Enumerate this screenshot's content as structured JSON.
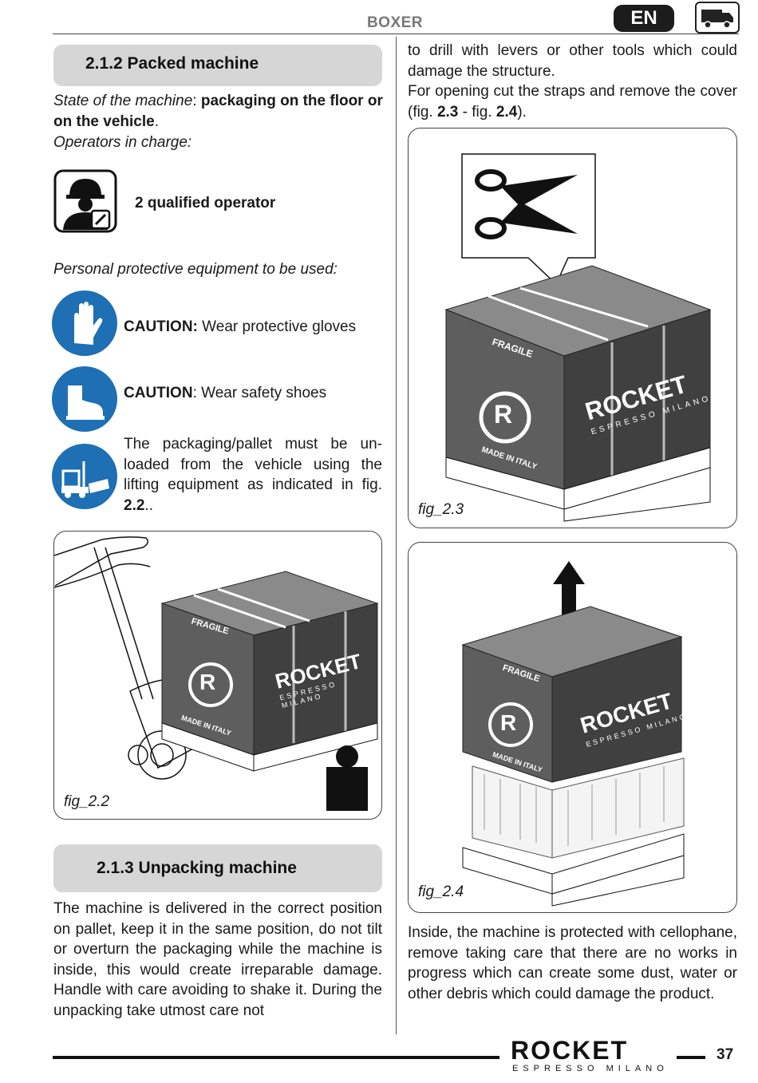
{
  "header": {
    "title": "BOXER",
    "lang": "EN"
  },
  "sec212": {
    "title": "2.1.2   Packed machine",
    "state_label": "State of the machine",
    "state_value": "packaging on the floor or on the vehicle",
    "operators_label": "Operators in charge:",
    "operator_text": "2 qualified operator",
    "ppe_label": "Personal protective equipment to be used:",
    "caution1_label": "CAUTION:",
    "caution1_text": " Wear protective gloves",
    "caution2_label": "CAUTION",
    "caution2_text": ": Wear safety shoes",
    "pallet_text_1": "The packaging/pallet must be un-loaded from the vehicle using the lifting equipment as indicated in fig. ",
    "pallet_ref": "2.2",
    "pallet_text_2": ".."
  },
  "fig22": {
    "caption": "fig_2.2",
    "box": {
      "brand": "ROCKET",
      "sub": "ESPRESSO MILANO",
      "fragile": "FRAGILE",
      "made": "MADE IN ITALY",
      "letter": "R"
    }
  },
  "sec213": {
    "title": "2.1.3  Unpacking machine",
    "body": "The machine is delivered in the correct position on pallet, keep it in the same position, do not tilt or overturn the packaging while the machine is inside, this would create irreparable damage. Handle with care avoiding to shake it. During the unpacking take utmost care not"
  },
  "right": {
    "top_text": "to drill with levers or other tools which could damage the structure.",
    "opening_1": "For opening cut the straps and remove the cover (fig. ",
    "ref_a": "2.3",
    "opening_mid": " - fig. ",
    "ref_b": "2.4",
    "opening_2": ").",
    "bottom_text": "Inside, the machine is protected with cellophane, remove taking care that there are no works in progress which can create some dust, water or other debris which could damage the product."
  },
  "fig23": {
    "caption": "fig_2.3",
    "box": {
      "brand": "ROCKET",
      "sub": "ESPRESSO MILANO",
      "fragile": "FRAGILE",
      "made": "MADE IN ITALY",
      "letter": "R"
    }
  },
  "fig24": {
    "caption": "fig_2.4",
    "box": {
      "brand": "ROCKET",
      "sub": "ESPRESSO MILANO",
      "fragile": "FRAGILE",
      "made": "MADE IN ITALY",
      "letter": "R"
    }
  },
  "footer": {
    "brand": "ROCKET",
    "sub": "ESPRESSO MILANO",
    "page": "37"
  }
}
